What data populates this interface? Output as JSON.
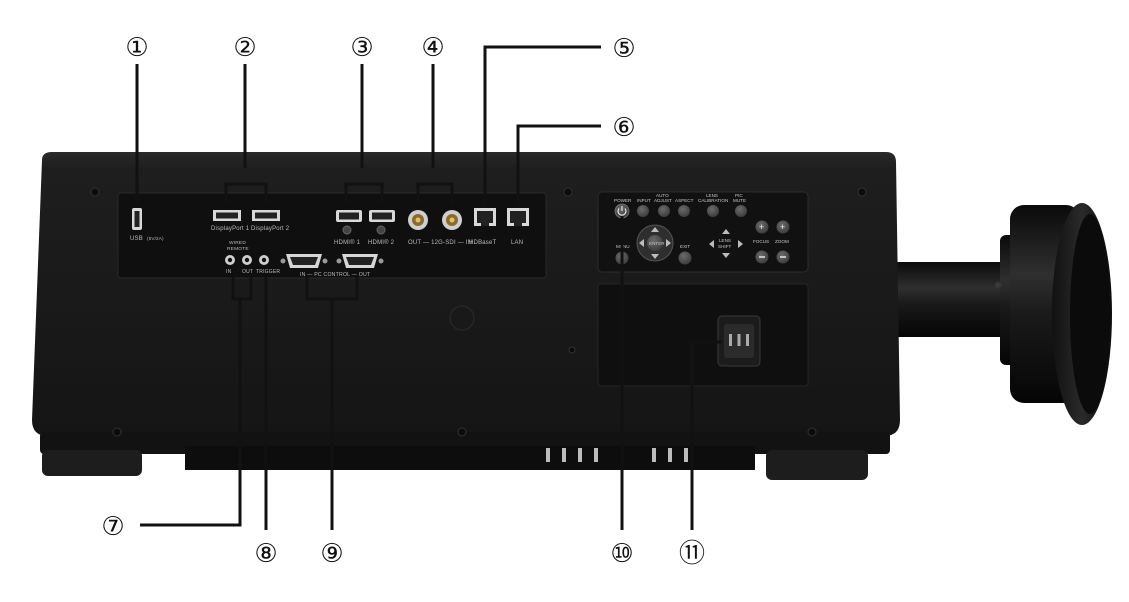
{
  "callouts": [
    {
      "id": 1,
      "number": "①"
    },
    {
      "id": 2,
      "number": "②"
    },
    {
      "id": 3,
      "number": "③"
    },
    {
      "id": 4,
      "number": "④"
    },
    {
      "id": 5,
      "number": "⑤"
    },
    {
      "id": 6,
      "number": "⑥"
    },
    {
      "id": 7,
      "number": "⑦"
    },
    {
      "id": 8,
      "number": "⑧"
    },
    {
      "id": 9,
      "number": "⑨"
    },
    {
      "id": 10,
      "number": "⑩"
    },
    {
      "id": 11,
      "number": "⑪"
    }
  ],
  "port_labels": {
    "usb": "USB",
    "usb_rating": "(5V/2A)",
    "displayport1": "DisplayPort 1",
    "displayport2": "DisplayPort 2",
    "hdmi1": "HDMI® 1",
    "hdmi2": "HDMI® 2",
    "sdi": "OUT — 12G-SDI — IN",
    "hdbaset": "HDBaseT",
    "lan": "LAN",
    "wired_remote_1": "WIRED",
    "wired_remote_2": "REMOTE",
    "remote_in": "IN",
    "remote_out": "OUT",
    "trigger": "TRIGGER",
    "pc_control": "IN — PC CONTROL — OUT"
  },
  "control_panel": {
    "power": "POWER",
    "input": "INPUT",
    "auto_adjust_1": "AUTO",
    "auto_adjust_2": "ADJUST",
    "aspect": "ASPECT",
    "lens_calibration_1": "LENS",
    "lens_calibration_2": "CALIBRATION",
    "pic_mute_1": "PIC",
    "pic_mute_2": "MUTE",
    "menu": "MENU",
    "enter": "ENTER",
    "exit": "EXIT",
    "lens_shift_1": "LENS",
    "lens_shift_2": "SHIFT",
    "focus": "FOCUS",
    "zoom": "ZOOM"
  },
  "colors": {
    "body": "#1b1b1b",
    "panel": "#101010",
    "leader": "#111111"
  }
}
